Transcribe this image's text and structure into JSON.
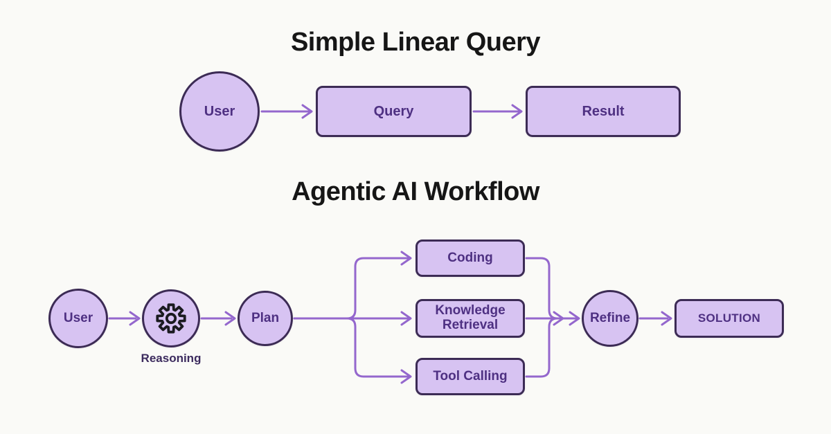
{
  "colors": {
    "background": "#fafaf7",
    "node_fill": "#d7c3f2",
    "node_border": "#3c2b55",
    "arrow": "#9467cd",
    "node_text": "#4e3082",
    "title_text": "#161616",
    "gear_icon": "#1b1b20"
  },
  "diagram1": {
    "title": "Simple Linear Query",
    "nodes": {
      "user": {
        "label": "User",
        "shape": "circle"
      },
      "query": {
        "label": "Query",
        "shape": "rectangle"
      },
      "result": {
        "label": "Result",
        "shape": "rectangle"
      }
    },
    "flow": [
      "User",
      "Query",
      "Result"
    ]
  },
  "diagram2": {
    "title": "Agentic AI Workflow",
    "nodes": {
      "user": {
        "label": "User",
        "shape": "circle"
      },
      "reasoning": {
        "label": "Reasoning",
        "shape": "circle",
        "icon": "gear-icon"
      },
      "plan": {
        "label": "Plan",
        "shape": "circle"
      },
      "coding": {
        "label": "Coding",
        "shape": "rectangle"
      },
      "knowledge": {
        "label": "Knowledge Retrieval",
        "shape": "rectangle"
      },
      "tool": {
        "label": "Tool Calling",
        "shape": "rectangle"
      },
      "refine": {
        "label": "Refine",
        "shape": "circle"
      },
      "solution": {
        "label": "SOLUTION",
        "shape": "rectangle"
      }
    },
    "flow": [
      "User",
      "Reasoning",
      "Plan",
      [
        "Coding",
        "Knowledge Retrieval",
        "Tool Calling"
      ],
      "Refine",
      "SOLUTION"
    ]
  }
}
